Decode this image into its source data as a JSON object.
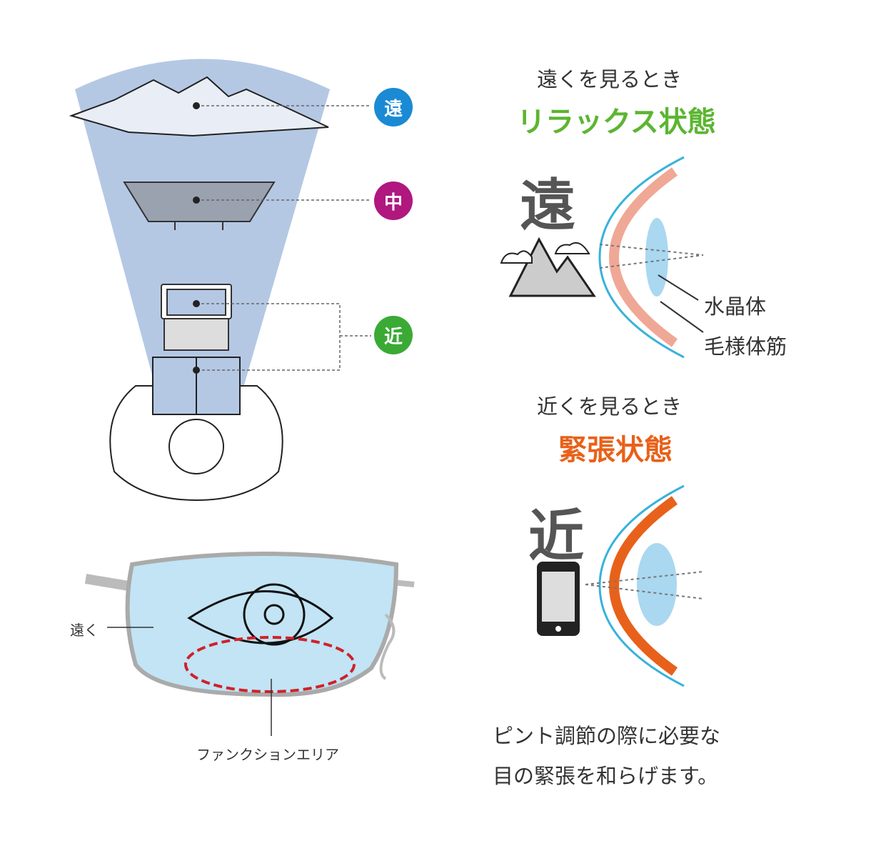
{
  "left_diagram": {
    "badges": [
      {
        "label": "遠",
        "color": "#1a8ad4"
      },
      {
        "label": "中",
        "color": "#b0177f"
      },
      {
        "label": "近",
        "color": "#3aaa35"
      }
    ],
    "fan_color": "#b4c8e4"
  },
  "glasses": {
    "far_label": "遠く",
    "function_area_label": "ファンクションエリア",
    "lens_color": "#c2e4f5",
    "dash_color": "#d0212a"
  },
  "far_section": {
    "heading": "遠くを見るとき",
    "state": "リラックス状態",
    "state_color": "#5cb531",
    "big_char": "遠",
    "label_lens": "水晶体",
    "label_muscle": "毛様体筋"
  },
  "near_section": {
    "heading": "近くを見るとき",
    "state": "緊張状態",
    "state_color": "#e8611a",
    "big_char": "近"
  },
  "caption": {
    "line1": "ピント調節の際に必要な",
    "line2": "目の緊張を和らげます。"
  }
}
